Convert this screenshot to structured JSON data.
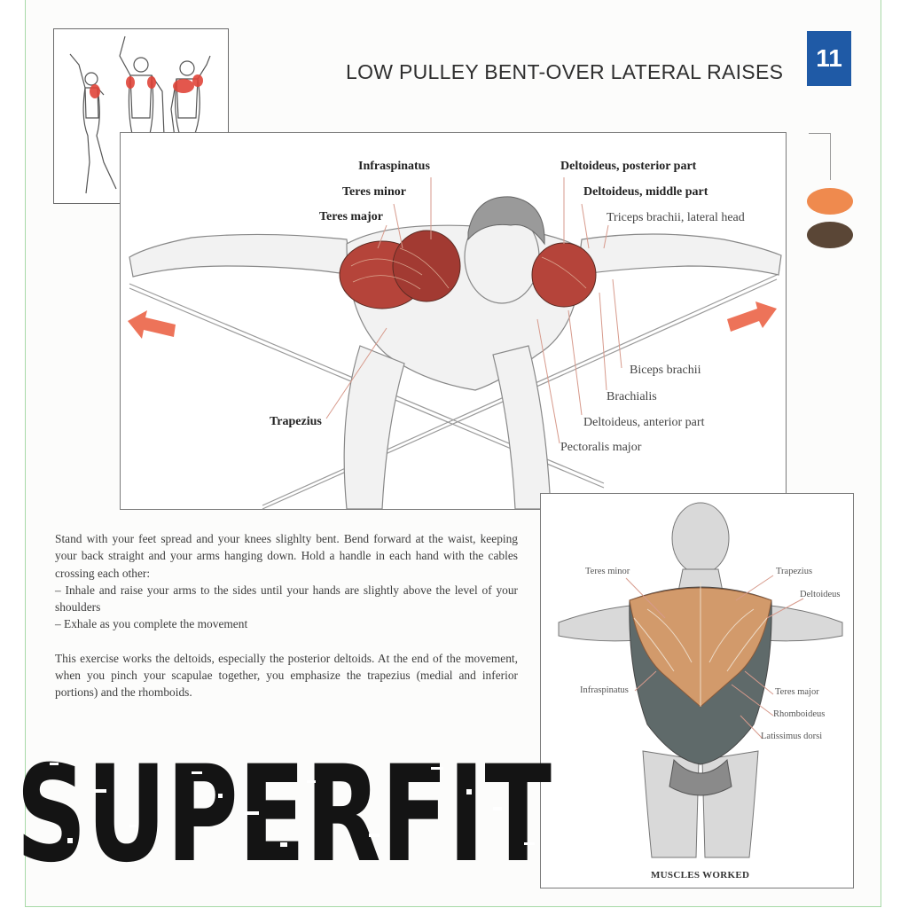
{
  "page": {
    "title": "LOW PULLEY BENT-OVER LATERAL RAISES",
    "page_number": "11"
  },
  "main_labels": {
    "infraspinatus": "Infraspinatus",
    "teres_minor": "Teres minor",
    "teres_major": "Teres major",
    "deltoid_posterior": "Deltoideus, posterior part",
    "deltoid_middle": "Deltoideus, middle part",
    "triceps_lateral": "Triceps brachii, lateral head",
    "biceps": "Biceps brachii",
    "brachialis": "Brachialis",
    "deltoid_anterior": "Deltoideus, anterior part",
    "pectoralis": "Pectoralis major",
    "trapezius": "Trapezius"
  },
  "legend": {
    "primary_color": "#ef8a4e",
    "secondary_color": "#5a4636"
  },
  "description": {
    "p1": "Stand with your feet spread and your knees slighlty bent. Bend forward at the waist, keeping your back straight and your arms hanging down. Hold a handle in each hand with the cables crossing each other:",
    "p2": "– Inhale and raise your arms to the sides until your hands are slightly above the level of your shoulders",
    "p3": "– Exhale as you complete the movement",
    "p4": "This exercise works the deltoids, especially the posterior deltoids. At the end of the movement, when you pinch your scapulae together, you emphasize the trapezius (medial and inferior portions) and the rhomboids."
  },
  "back_labels": {
    "teres_minor": "Teres minor",
    "trapezius": "Trapezius",
    "deltoideus": "Deltoideus",
    "infraspinatus": "Infraspinatus",
    "teres_major": "Teres major",
    "rhomboideus": "Rhomboideus",
    "latissimus": "Latissimus dorsi",
    "caption": "MUSCLES WORKED"
  },
  "watermark": "SUPERFIT",
  "colors": {
    "accent_blue": "#1f5aa6",
    "muscle_red": "#b5443a",
    "arrow_red": "#ea5a3c"
  }
}
